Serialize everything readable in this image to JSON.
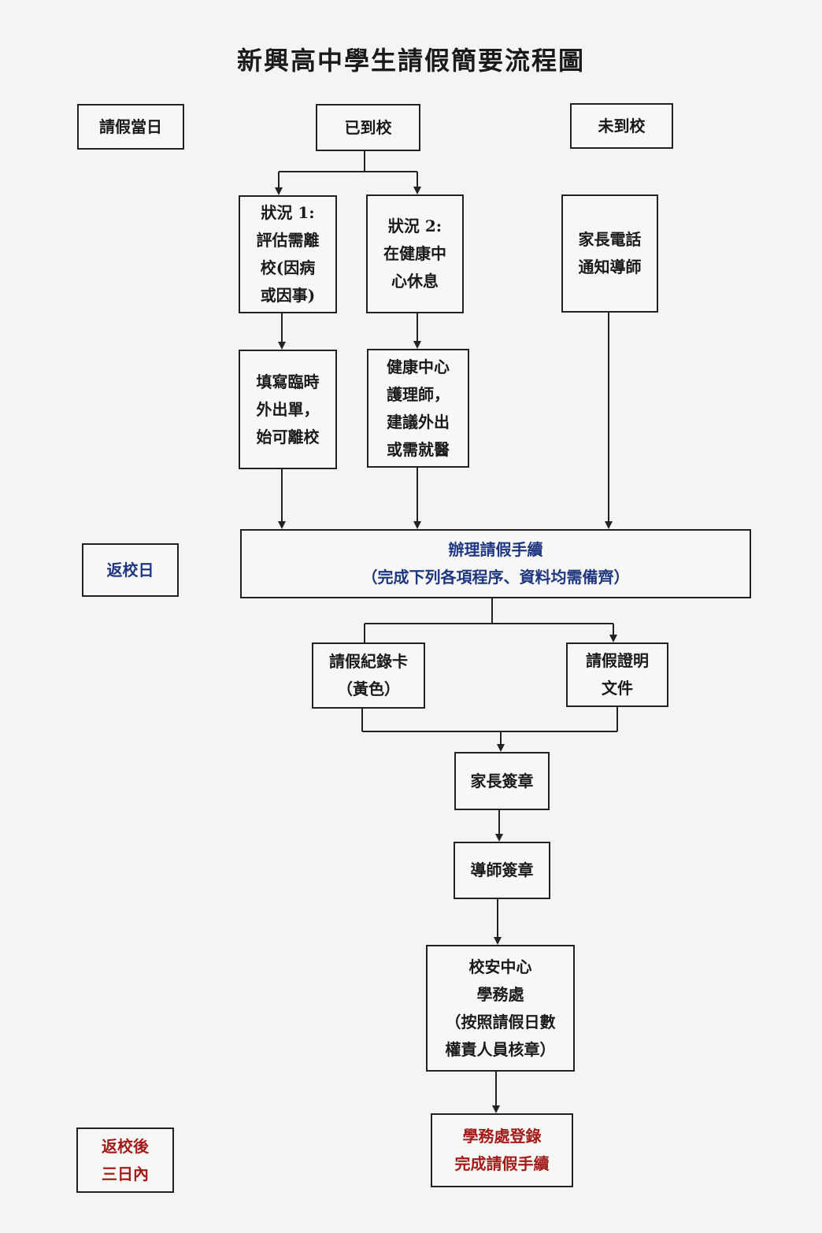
{
  "title": "新興高中學生請假簡要流程圖",
  "colors": {
    "line": "#222222",
    "blue_text": "#1f3680",
    "red_text": "#a31b1b"
  },
  "stage_labels": {
    "day_of_leave": [
      "請假當日"
    ],
    "return_day": [
      "返校日"
    ],
    "within_three_days": [
      "返校後",
      "三日內"
    ]
  },
  "nodes": {
    "arrived": [
      "已到校"
    ],
    "not_arrived": [
      "未到校"
    ],
    "situation1": [
      "狀況 1:",
      "評估需離",
      "校(因病",
      "或因事)"
    ],
    "situation2": [
      "狀況 2:",
      "在健康中",
      "心休息"
    ],
    "parent_call": [
      "家長電話",
      "通知導師"
    ],
    "fill_form": [
      "填寫臨時",
      "外出單，",
      "始可離校"
    ],
    "nurse": [
      "健康中心",
      "護理師，",
      "建議外出",
      "或需就醫"
    ],
    "procedure": [
      "辦理請假手續",
      "（完成下列各項程序、資料均需備齊）"
    ],
    "record_card": [
      "請假紀錄卡",
      "（黃色）"
    ],
    "proof_docs": [
      "請假證明",
      "文件"
    ],
    "parent_sign": [
      "家長簽章"
    ],
    "tutor_sign": [
      "導師簽章"
    ],
    "safety_center": [
      "校安中心",
      "學務處",
      "（按照請假日數",
      "權責人員核章）"
    ],
    "final": [
      "學務處登錄",
      "完成請假手續"
    ]
  }
}
